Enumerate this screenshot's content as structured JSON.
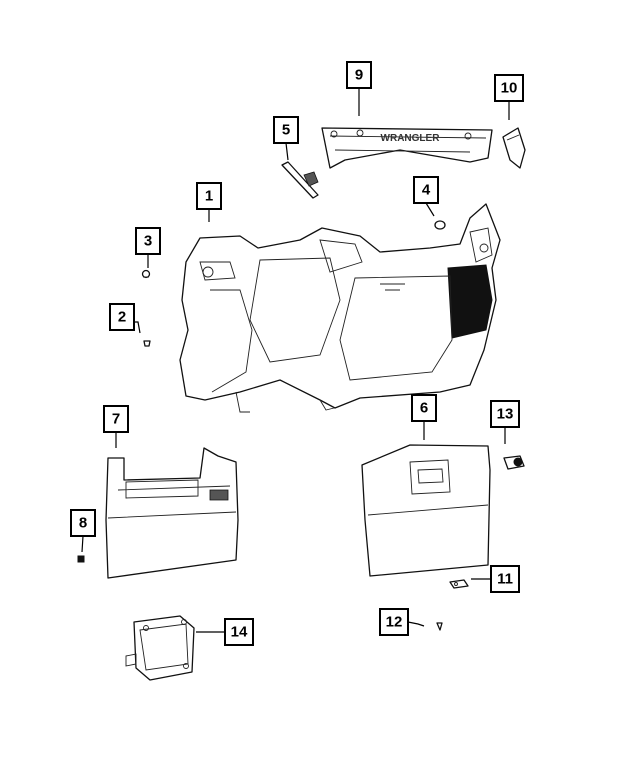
{
  "callouts": [
    {
      "id": "c1",
      "label": "1"
    },
    {
      "id": "c2",
      "label": "2"
    },
    {
      "id": "c3",
      "label": "3"
    },
    {
      "id": "c4",
      "label": "4"
    },
    {
      "id": "c5",
      "label": "5"
    },
    {
      "id": "c6",
      "label": "6"
    },
    {
      "id": "c7",
      "label": "7"
    },
    {
      "id": "c8",
      "label": "8"
    },
    {
      "id": "c9",
      "label": "9"
    },
    {
      "id": "c10",
      "label": "10"
    },
    {
      "id": "c11",
      "label": "11"
    },
    {
      "id": "c12",
      "label": "12"
    },
    {
      "id": "c13",
      "label": "13"
    },
    {
      "id": "c14",
      "label": "14"
    }
  ],
  "trim_lettering": "WRANGLER"
}
